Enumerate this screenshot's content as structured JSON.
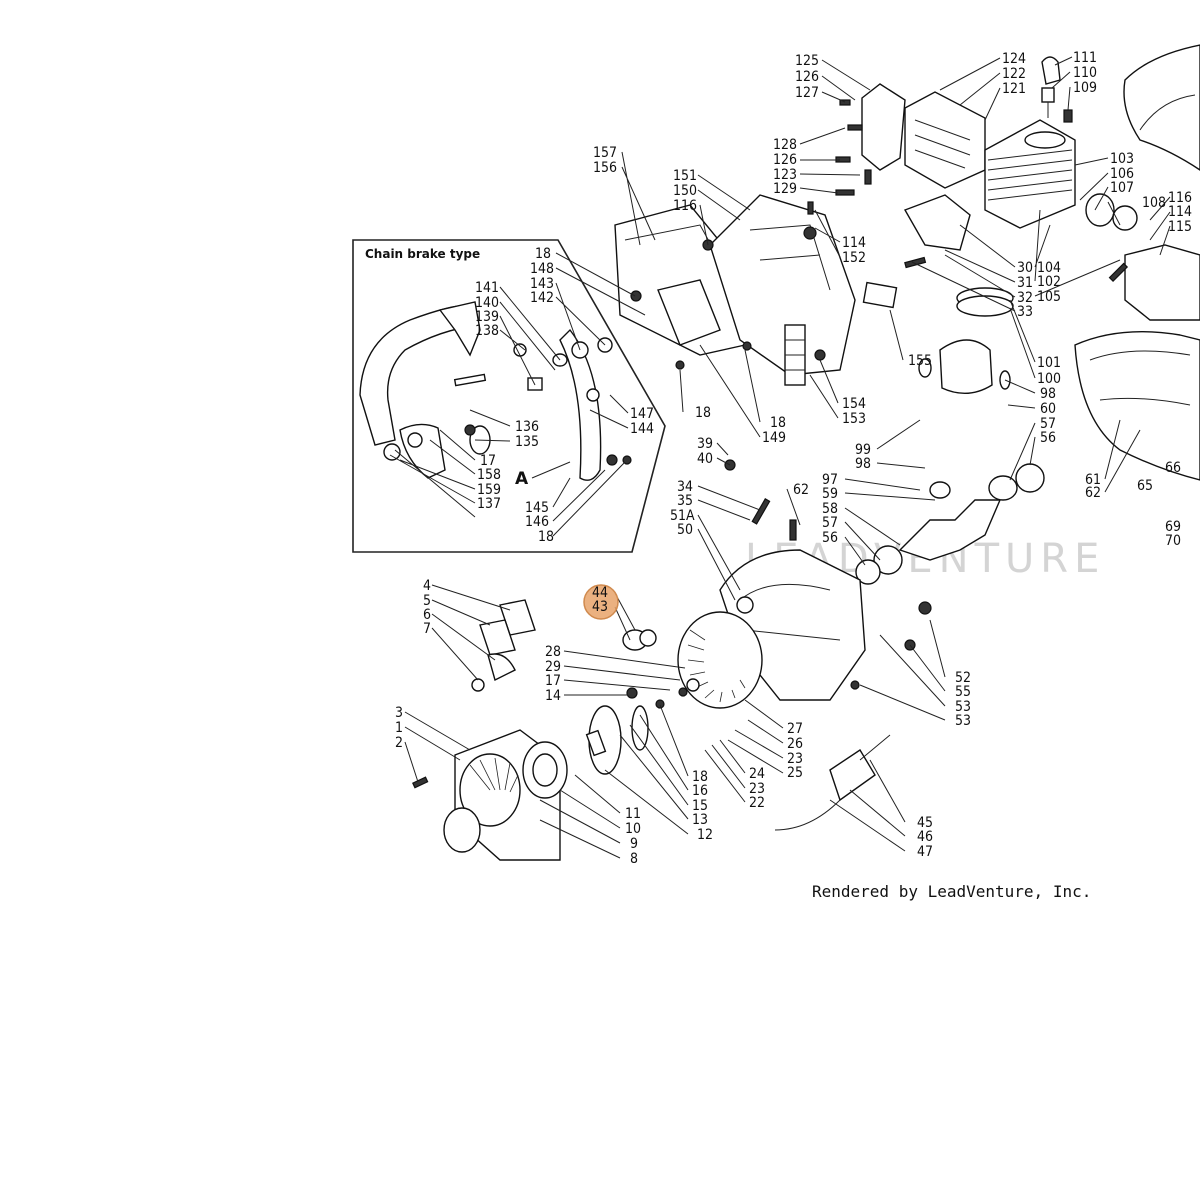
{
  "diagram": {
    "inset_title": "Chain brake type",
    "inset_letter": "A",
    "credit": "Rendered by LeadVenture, Inc.",
    "watermark": "LEADVENTURE",
    "highlight_color": "#e8a36a",
    "highlighted_callout": [
      "44",
      "43"
    ],
    "callouts": [
      {
        "id": "c111",
        "text": "111"
      },
      {
        "id": "c110",
        "text": "110"
      },
      {
        "id": "c109",
        "text": "109"
      },
      {
        "id": "c125",
        "text": "125"
      },
      {
        "id": "c126a",
        "text": "126"
      },
      {
        "id": "c127",
        "text": "127"
      },
      {
        "id": "c124",
        "text": "124"
      },
      {
        "id": "c122",
        "text": "122"
      },
      {
        "id": "c121",
        "text": "121"
      },
      {
        "id": "c128",
        "text": "128"
      },
      {
        "id": "c126b",
        "text": "126"
      },
      {
        "id": "c123",
        "text": "123"
      },
      {
        "id": "c129",
        "text": "129"
      },
      {
        "id": "c103",
        "text": "103"
      },
      {
        "id": "c106",
        "text": "106"
      },
      {
        "id": "c107",
        "text": "107"
      },
      {
        "id": "c108",
        "text": "108"
      },
      {
        "id": "c116a",
        "text": "116"
      },
      {
        "id": "c114a",
        "text": "114"
      },
      {
        "id": "c115",
        "text": "115"
      },
      {
        "id": "c157",
        "text": "157"
      },
      {
        "id": "c156",
        "text": "156"
      },
      {
        "id": "c151",
        "text": "151"
      },
      {
        "id": "c150",
        "text": "150"
      },
      {
        "id": "c116b",
        "text": "116"
      },
      {
        "id": "c114b",
        "text": "114"
      },
      {
        "id": "c152",
        "text": "152"
      },
      {
        "id": "c30",
        "text": "30"
      },
      {
        "id": "c31",
        "text": "31"
      },
      {
        "id": "c32",
        "text": "32"
      },
      {
        "id": "c33",
        "text": "33"
      },
      {
        "id": "c104",
        "text": "104"
      },
      {
        "id": "c102",
        "text": "102"
      },
      {
        "id": "c105",
        "text": "105"
      },
      {
        "id": "c18a",
        "text": "18"
      },
      {
        "id": "c148",
        "text": "148"
      },
      {
        "id": "c143",
        "text": "143"
      },
      {
        "id": "c142",
        "text": "142"
      },
      {
        "id": "c141",
        "text": "141"
      },
      {
        "id": "c140",
        "text": "140"
      },
      {
        "id": "c139",
        "text": "139"
      },
      {
        "id": "c138",
        "text": "138"
      },
      {
        "id": "c155",
        "text": "155"
      },
      {
        "id": "c101",
        "text": "101"
      },
      {
        "id": "c100",
        "text": "100"
      },
      {
        "id": "c98a",
        "text": "98"
      },
      {
        "id": "c60",
        "text": "60"
      },
      {
        "id": "c57a",
        "text": "57"
      },
      {
        "id": "c56a",
        "text": "56"
      },
      {
        "id": "c147",
        "text": "147"
      },
      {
        "id": "c144",
        "text": "144"
      },
      {
        "id": "c136",
        "text": "136"
      },
      {
        "id": "c135",
        "text": "135"
      },
      {
        "id": "c18b",
        "text": "18"
      },
      {
        "id": "c18c",
        "text": "18"
      },
      {
        "id": "c149",
        "text": "149"
      },
      {
        "id": "c154",
        "text": "154"
      },
      {
        "id": "c153",
        "text": "153"
      },
      {
        "id": "c99",
        "text": "99"
      },
      {
        "id": "c98b",
        "text": "98"
      },
      {
        "id": "c17a",
        "text": "17"
      },
      {
        "id": "c158",
        "text": "158"
      },
      {
        "id": "c159",
        "text": "159"
      },
      {
        "id": "c137",
        "text": "137"
      },
      {
        "id": "c145",
        "text": "145"
      },
      {
        "id": "c146",
        "text": "146"
      },
      {
        "id": "c18d",
        "text": "18"
      },
      {
        "id": "c39",
        "text": "39"
      },
      {
        "id": "c40",
        "text": "40"
      },
      {
        "id": "c97",
        "text": "97"
      },
      {
        "id": "c59",
        "text": "59"
      },
      {
        "id": "c58",
        "text": "58"
      },
      {
        "id": "c57b",
        "text": "57"
      },
      {
        "id": "c56b",
        "text": "56"
      },
      {
        "id": "c66",
        "text": "66"
      },
      {
        "id": "c61",
        "text": "61"
      },
      {
        "id": "c62a",
        "text": "62"
      },
      {
        "id": "c65",
        "text": "65"
      },
      {
        "id": "c69",
        "text": "69"
      },
      {
        "id": "c70",
        "text": "70"
      },
      {
        "id": "c34",
        "text": "34"
      },
      {
        "id": "c35",
        "text": "35"
      },
      {
        "id": "c51A",
        "text": "51A"
      },
      {
        "id": "c50",
        "text": "50"
      },
      {
        "id": "c62b",
        "text": "62"
      },
      {
        "id": "c4",
        "text": "4"
      },
      {
        "id": "c5",
        "text": "5"
      },
      {
        "id": "c6",
        "text": "6"
      },
      {
        "id": "c7",
        "text": "7"
      },
      {
        "id": "c44",
        "text": "44"
      },
      {
        "id": "c43",
        "text": "43"
      },
      {
        "id": "c28",
        "text": "28"
      },
      {
        "id": "c29",
        "text": "29"
      },
      {
        "id": "c17b",
        "text": "17"
      },
      {
        "id": "c14",
        "text": "14"
      },
      {
        "id": "c52",
        "text": "52"
      },
      {
        "id": "c55",
        "text": "55"
      },
      {
        "id": "c53a",
        "text": "53"
      },
      {
        "id": "c53b",
        "text": "53"
      },
      {
        "id": "c3",
        "text": "3"
      },
      {
        "id": "c1",
        "text": "1"
      },
      {
        "id": "c2",
        "text": "2"
      },
      {
        "id": "c27",
        "text": "27"
      },
      {
        "id": "c26",
        "text": "26"
      },
      {
        "id": "c23a",
        "text": "23"
      },
      {
        "id": "c25",
        "text": "25"
      },
      {
        "id": "c24",
        "text": "24"
      },
      {
        "id": "c23b",
        "text": "23"
      },
      {
        "id": "c22",
        "text": "22"
      },
      {
        "id": "c18e",
        "text": "18"
      },
      {
        "id": "c16",
        "text": "16"
      },
      {
        "id": "c15",
        "text": "15"
      },
      {
        "id": "c13",
        "text": "13"
      },
      {
        "id": "c12",
        "text": "12"
      },
      {
        "id": "c11",
        "text": "11"
      },
      {
        "id": "c10",
        "text": "10"
      },
      {
        "id": "c9",
        "text": "9"
      },
      {
        "id": "c8",
        "text": "8"
      },
      {
        "id": "c45",
        "text": "45"
      },
      {
        "id": "c46",
        "text": "46"
      },
      {
        "id": "c47",
        "text": "47"
      }
    ]
  }
}
